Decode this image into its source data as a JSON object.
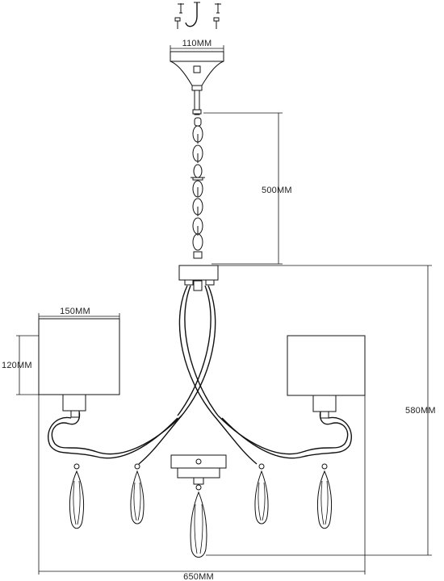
{
  "dimensions": {
    "canopy_width": "110MM",
    "chain_length": "500MM",
    "shade_width": "150MM",
    "shade_height": "120MM",
    "total_height": "580MM",
    "total_width": "650MM"
  },
  "colors": {
    "line": "#111111",
    "background": "#ffffff"
  }
}
